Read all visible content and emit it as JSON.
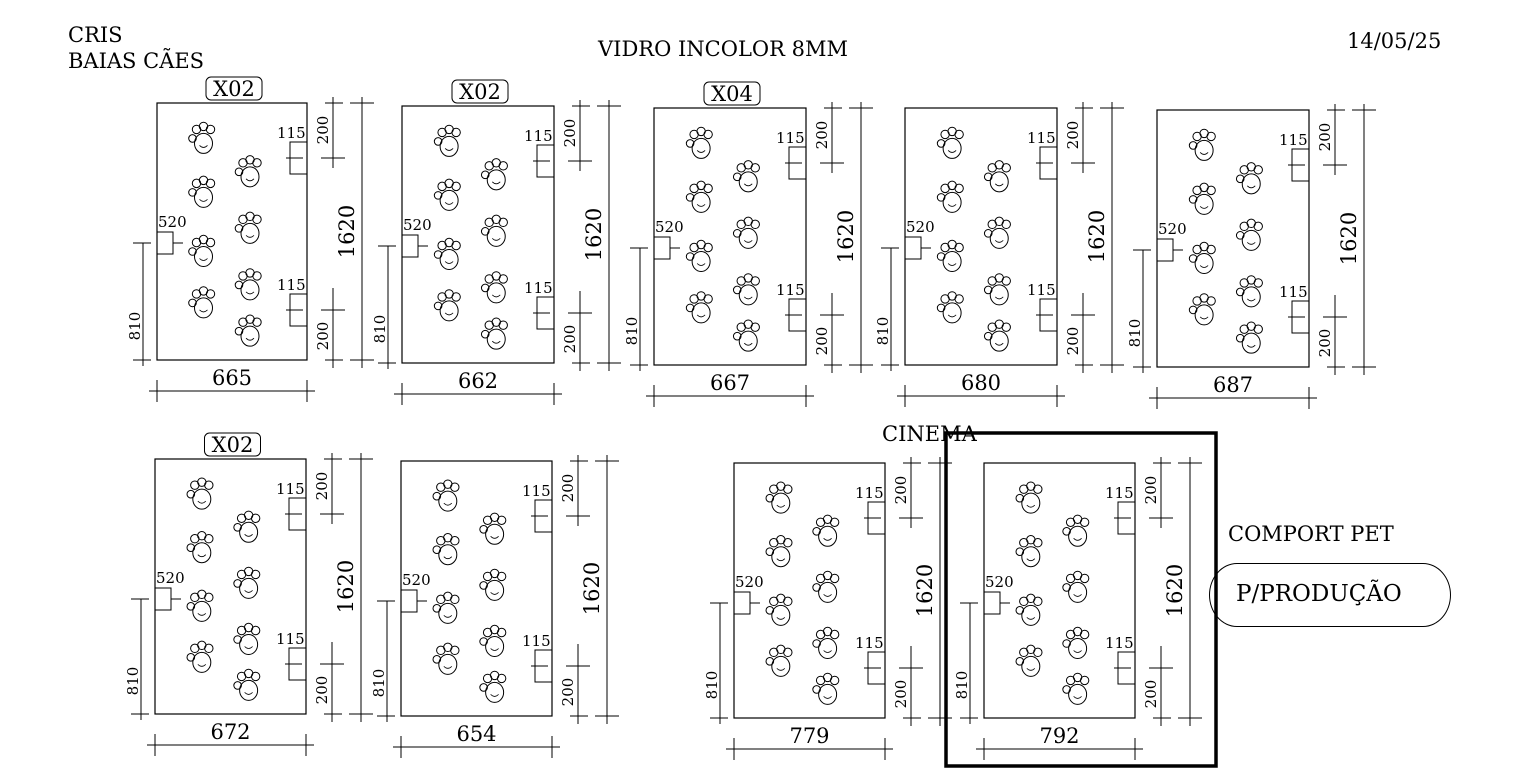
{
  "header": {
    "client": "CRIS",
    "project": "BAIAS CÃES",
    "title": "VIDRO INCOLOR 8MM",
    "date": "14/05/25"
  },
  "panels": [
    {
      "id": "p1",
      "width": "665",
      "height": "1620",
      "qty": "X02",
      "side_offset": "810",
      "side_hole": "520",
      "hinge_size": "115",
      "hinge_offset": "200"
    },
    {
      "id": "p2",
      "width": "662",
      "height": "1620",
      "qty": "X02",
      "side_offset": "810",
      "side_hole": "520",
      "hinge_size": "115",
      "hinge_offset": "200"
    },
    {
      "id": "p3",
      "width": "667",
      "height": "1620",
      "qty": "X04",
      "side_offset": "810",
      "side_hole": "520",
      "hinge_size": "115",
      "hinge_offset": "200"
    },
    {
      "id": "p4",
      "width": "680",
      "height": "1620",
      "qty": "",
      "side_offset": "810",
      "side_hole": "520",
      "hinge_size": "115",
      "hinge_offset": "200"
    },
    {
      "id": "p5",
      "width": "687",
      "height": "1620",
      "qty": "",
      "side_offset": "810",
      "side_hole": "520",
      "hinge_size": "115",
      "hinge_offset": "200"
    },
    {
      "id": "p6",
      "width": "672",
      "height": "1620",
      "qty": "X02",
      "side_offset": "810",
      "side_hole": "520",
      "hinge_size": "115",
      "hinge_offset": "200"
    },
    {
      "id": "p7",
      "width": "654",
      "height": "1620",
      "qty": "",
      "side_offset": "810",
      "side_hole": "520",
      "hinge_size": "115",
      "hinge_offset": "200"
    },
    {
      "id": "p8",
      "width": "779",
      "height": "1620",
      "qty": "",
      "side_offset": "810",
      "side_hole": "520",
      "hinge_size": "115",
      "hinge_offset": "200"
    },
    {
      "id": "p9",
      "width": "792",
      "height": "1620",
      "qty": "",
      "side_offset": "810",
      "side_hole": "520",
      "hinge_size": "115",
      "hinge_offset": "200"
    }
  ],
  "section_label": "CINEMA",
  "note": {
    "title": "COMPORT PET",
    "status": "P/PRODUÇÃO"
  }
}
